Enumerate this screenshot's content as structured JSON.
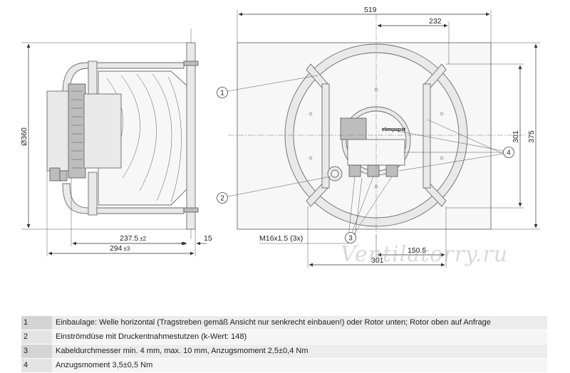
{
  "dimensions": {
    "side_diameter": "Ø360",
    "side_depth_inner": "237.5",
    "side_depth_inner_tol": "±2",
    "side_depth_total": "294",
    "side_depth_total_tol": "±3",
    "side_flange": "15",
    "front_width": "519",
    "front_half": "232",
    "front_height_inner": "301",
    "front_height_total": "375",
    "front_bottom_half": "150.5",
    "front_bottom_width": "301",
    "thread_label": "M16x1.5 (3x)"
  },
  "callouts": [
    "1",
    "2",
    "3",
    "4"
  ],
  "motor_label": "ebmpapst",
  "watermark": "Ventilatorry.ru",
  "notes": [
    {
      "num": "1",
      "text": "Einbaulage: Welle horizontal (Tragstreben gemäß Ansicht nur senkrecht einbauen!) oder Rotor unten; Rotor oben auf Anfrage"
    },
    {
      "num": "2",
      "text": "Einströmdüse mit Druckentnahmestutzen (k-Wert: 148)"
    },
    {
      "num": "3",
      "text": "Kabeldurchmesser min. 4 mm, max. 10 mm, Anzugsmoment 2,5±0,4 Nm"
    },
    {
      "num": "4",
      "text": "Anzugsmoment 3,5±0,5 Nm"
    }
  ]
}
